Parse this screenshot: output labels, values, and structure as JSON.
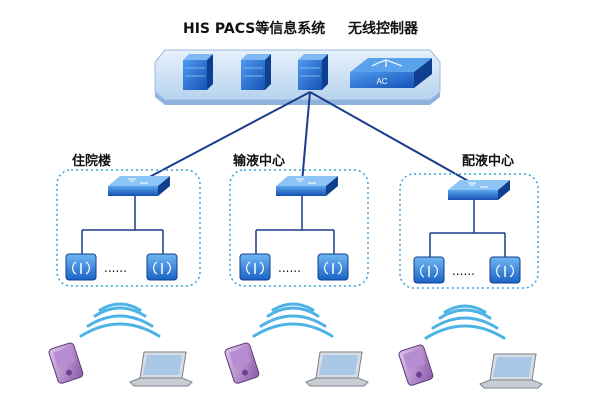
{
  "header": {
    "servers_label": "HIS PACS等信息系统",
    "ac_label": "无线控制器",
    "ac_device_text": "AC"
  },
  "zones": [
    {
      "label": "住院楼",
      "dots": "......"
    },
    {
      "label": "输液中心",
      "dots": "......"
    },
    {
      "label": "配液中心",
      "dots": "......"
    }
  ],
  "colors": {
    "platform_top": "#cfe4f7",
    "server_blue": "#1f6fd1",
    "link_line": "#1a3c8c",
    "zone_border": "#3aa0d8",
    "wifi_arc": "#4db3e6"
  },
  "icons": [
    "server-icon",
    "wireless-controller-icon",
    "switch-icon",
    "access-point-icon",
    "wifi-signal-icon",
    "pda-icon",
    "laptop-icon"
  ]
}
